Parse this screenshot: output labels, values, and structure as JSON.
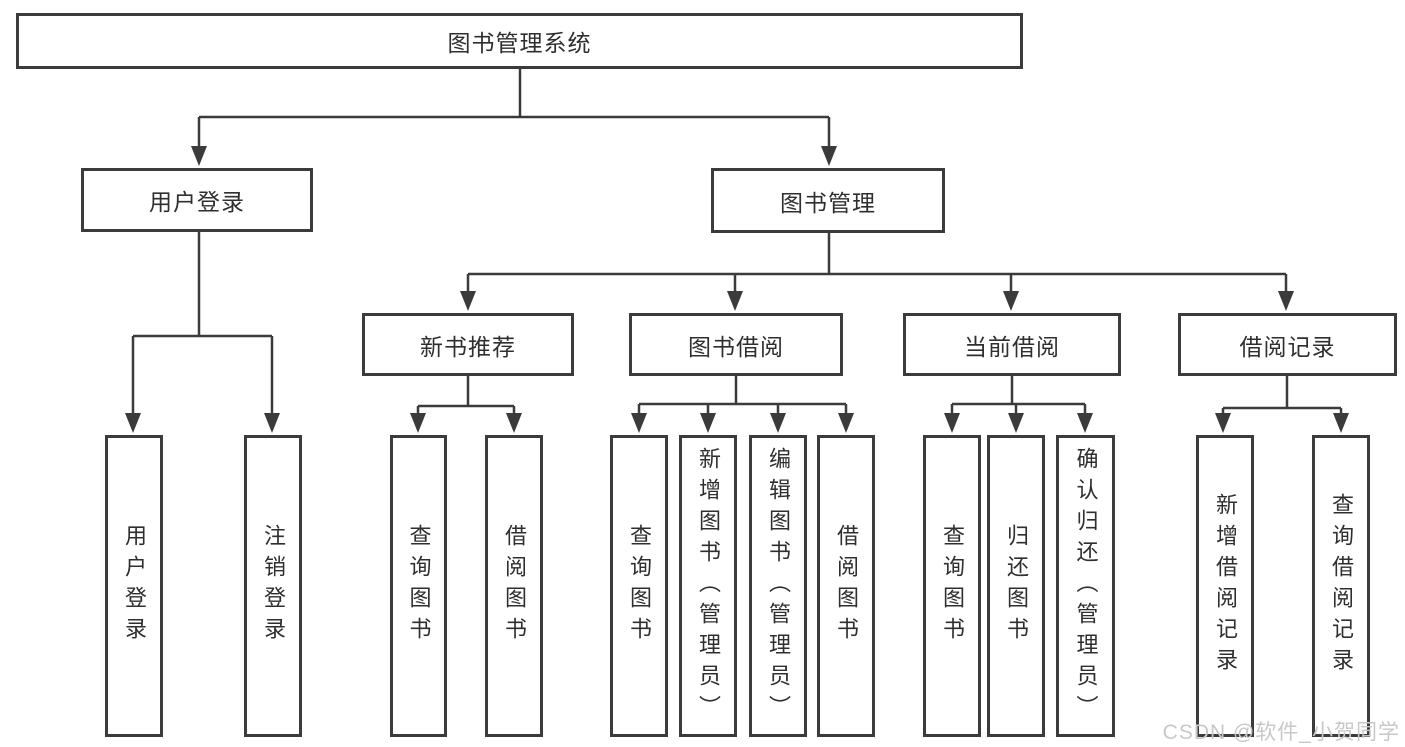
{
  "tree": {
    "root": "图书管理系统",
    "children": [
      {
        "label": "用户登录",
        "children": [
          {
            "label": "用户登录"
          },
          {
            "label": "注销登录"
          }
        ]
      },
      {
        "label": "图书管理",
        "children": [
          {
            "label": "新书推荐",
            "children": [
              {
                "label": "查询图书"
              },
              {
                "label": "借阅图书"
              }
            ]
          },
          {
            "label": "图书借阅",
            "children": [
              {
                "label": "查询图书"
              },
              {
                "label": "新增图书（管理员）"
              },
              {
                "label": "编辑图书（管理员）"
              },
              {
                "label": "借阅图书"
              }
            ]
          },
          {
            "label": "当前借阅",
            "children": [
              {
                "label": "查询图书"
              },
              {
                "label": "归还图书"
              },
              {
                "label": "确认归还（管理员）"
              }
            ]
          },
          {
            "label": "借阅记录",
            "children": [
              {
                "label": "新增借阅记录"
              },
              {
                "label": "查询借阅记录"
              }
            ]
          }
        ]
      }
    ]
  },
  "watermark": "CSDN @软件_小贺同学",
  "colors": {
    "line": "#3b3b3b",
    "box_border": "#3b3b3b",
    "text": "#2f2f2f",
    "watermark_text": "#c8c8c8",
    "background": "#ffffff"
  }
}
